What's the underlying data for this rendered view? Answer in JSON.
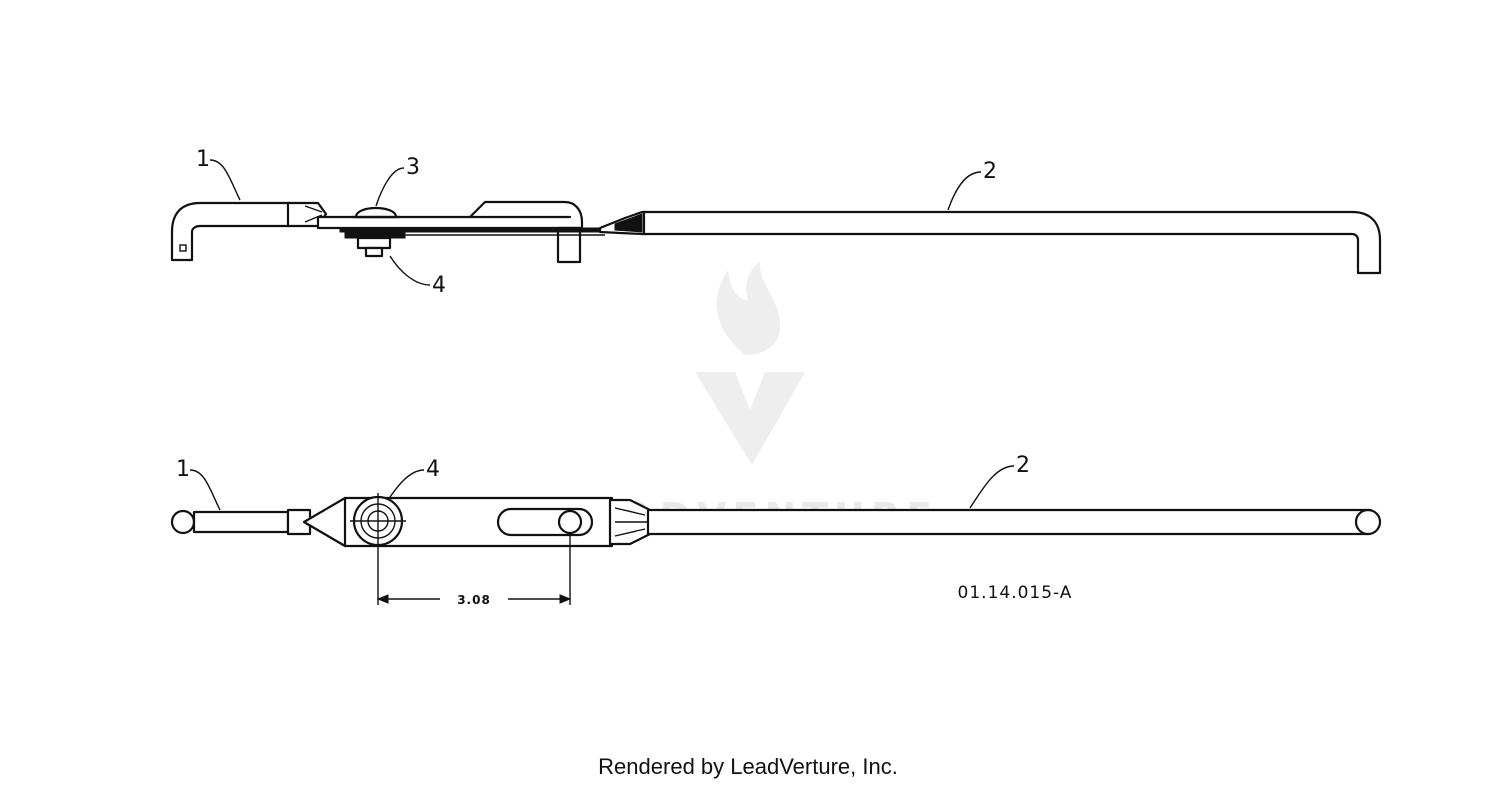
{
  "watermark": {
    "text": "LEADVENTURE",
    "color": "#e9e9e9"
  },
  "top_view": {
    "callouts": [
      {
        "id": "1",
        "label": "1"
      },
      {
        "id": "2",
        "label": "2"
      },
      {
        "id": "3",
        "label": "3"
      },
      {
        "id": "4",
        "label": "4"
      }
    ]
  },
  "bottom_view": {
    "callouts": [
      {
        "id": "1",
        "label": "1"
      },
      {
        "id": "2",
        "label": "2"
      },
      {
        "id": "4",
        "label": "4"
      }
    ],
    "dimension": "3.08"
  },
  "diagram_code": "01.14.015-A",
  "credit": "Rendered by LeadVerture, Inc."
}
